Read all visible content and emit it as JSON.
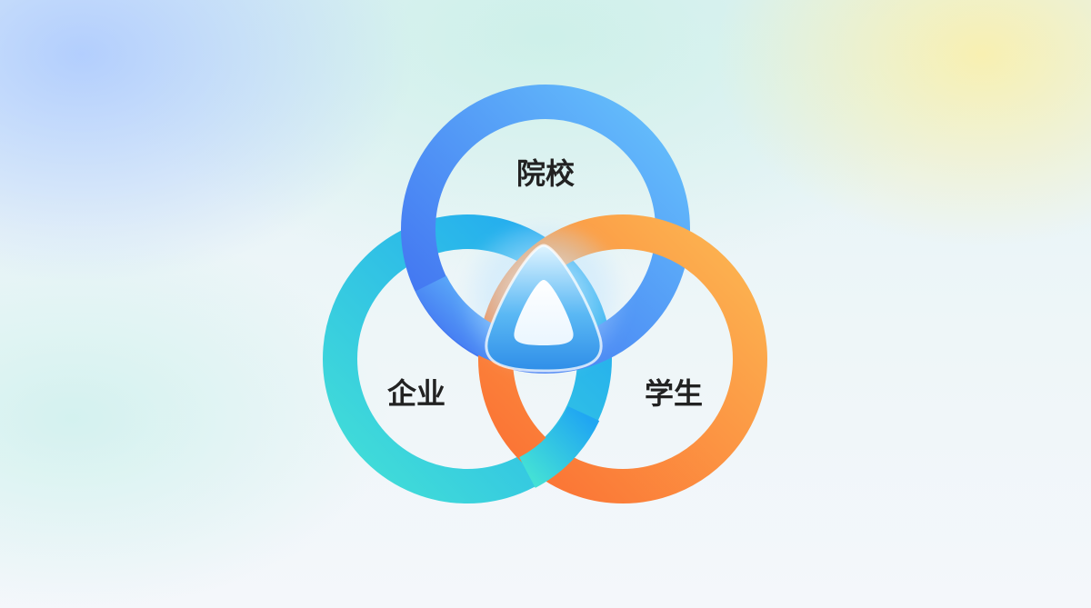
{
  "diagram": {
    "circles": [
      {
        "id": "school",
        "label": "院校",
        "colors": [
          "#4d7ff0",
          "#63b8fb"
        ]
      },
      {
        "id": "enterprise",
        "label": "企业",
        "colors": [
          "#3fd8d6",
          "#28aef0"
        ]
      },
      {
        "id": "student",
        "label": "学生",
        "colors": [
          "#fb7d3a",
          "#fbb450"
        ]
      }
    ],
    "center_icon": "triangle-logo-icon"
  }
}
